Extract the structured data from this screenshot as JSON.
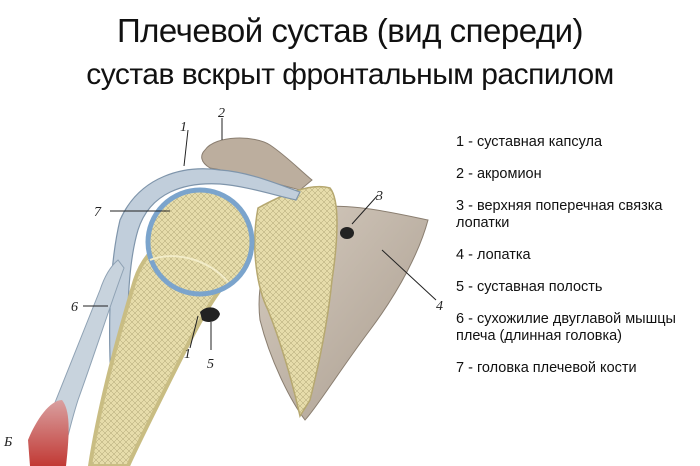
{
  "header": {
    "title": "Плечевой сустав (вид спереди)",
    "subtitle": "сустав вскрыт фронтальным распилом"
  },
  "legend": {
    "items": [
      {
        "num": "1",
        "text": "1 - суставная капсула"
      },
      {
        "num": "2",
        "text": "2 - акромион"
      },
      {
        "num": "3",
        "text": "3 - верхняя поперечная связка лопатки"
      },
      {
        "num": "4",
        "text": "4 - лопатка"
      },
      {
        "num": "5",
        "text": "5 - суставная полость"
      },
      {
        "num": "6",
        "text": "6 - сухожилие двуглавой мышцы плеча (длинная головка)"
      },
      {
        "num": "7",
        "text": "7 - головка плечевой кости"
      }
    ]
  },
  "figure": {
    "labels": {
      "l1_top": "1",
      "l2": "2",
      "l3": "3",
      "l4": "4",
      "l5": "5",
      "l6": "6",
      "l7": "7",
      "l1_bottom": "1",
      "panel": "Б"
    },
    "colors": {
      "bone": "#e8dfae",
      "bone_dark": "#b8ad78",
      "capsule": "#b7c6d4",
      "cartilage": "#7ba4cc",
      "scapula": "#c2b6a8",
      "muscle": "#c9463e"
    }
  }
}
